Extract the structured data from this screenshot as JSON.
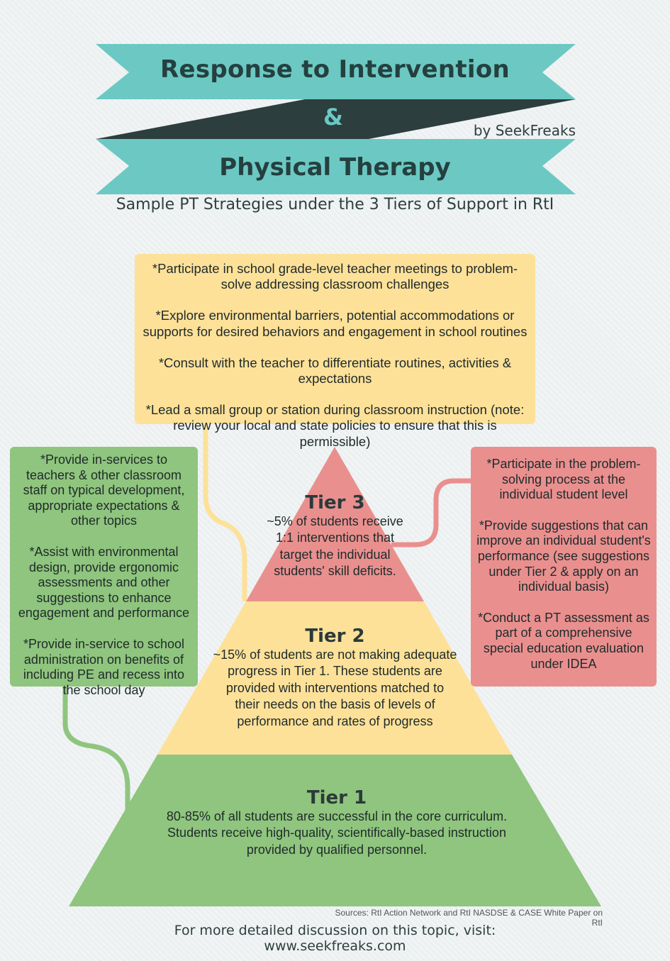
{
  "header": {
    "title_line1": "Response to Intervention",
    "ampersand": "&",
    "byline": "by SeekFreaks",
    "title_line2": "Physical Therapy",
    "subtitle": "Sample PT Strategies under the 3 Tiers of Support in RtI"
  },
  "colors": {
    "teal": "#6cc8c3",
    "dark": "#2c3e3d",
    "yellow": "#fde199",
    "green": "#8fc57e",
    "red": "#e9908f"
  },
  "tier3_strategies": [
    "*Participate in school grade-level teacher meetings to problem-solve addressing classroom challenges",
    "*Explore environmental barriers, potential accommodations or supports for desired behaviors and engagement in school routines",
    "*Consult with the teacher to differentiate routines, activities & expectations",
    "*Lead a small group or station during classroom instruction (note: review your local and state policies to ensure that this is permissible)"
  ],
  "tier1_strategies": [
    "*Provide in-services to teachers & other classroom staff on typical development, appropriate expectations & other topics",
    "*Assist with environmental design, provide ergonomic assessments and other suggestions to enhance engagement and performance",
    "*Provide in-service to school administration on benefits of including PE and recess into the school day"
  ],
  "individual_strategies": [
    "*Participate in the problem-solving process at the individual student level",
    "*Provide suggestions that can improve an individual student's performance (see suggestions under Tier 2 & apply on an individual basis)",
    "*Conduct a PT assessment as part of a comprehensive special education evaluation under IDEA"
  ],
  "tiers": {
    "tier3": {
      "title": "Tier 3",
      "text": "~5% of students receive 1:1 interventions that target the individual students' skill deficits."
    },
    "tier2": {
      "title": "Tier 2",
      "text": "~15% of students are not making adequate progress in Tier 1. These students are provided with interventions matched to their needs on the basis of levels of performance and rates of progress"
    },
    "tier1": {
      "title": "Tier 1",
      "text": "80-85% of all students are successful in the core curriculum. Students receive high-quality, scientifically-based instruction provided by qualified personnel."
    }
  },
  "sources": "Sources: RtI Action Network and RtI NASDSE & CASE White Paper on RtI",
  "footer": {
    "line1": "For more detailed discussion on this topic, visit:",
    "line2": "www.seekfreaks.com"
  }
}
